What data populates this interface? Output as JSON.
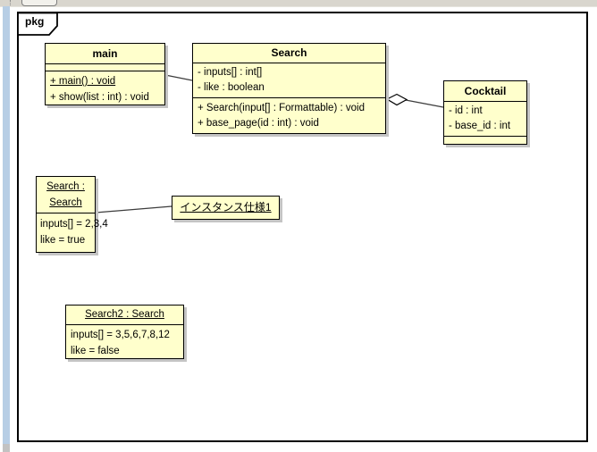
{
  "colors": {
    "node_fill": "#ffffcc",
    "shadow": "#c4c4c4",
    "toolbar_bg": "#d9d6ce",
    "scroll_strip": "#b7cee5",
    "connector": "#3c3c3c"
  },
  "frame": {
    "tab_label": "pkg"
  },
  "class_main": {
    "title": "main",
    "op1": "+ main() : void",
    "op2": "+ show(list : int) : void"
  },
  "class_search": {
    "title": "Search",
    "attr1": "- inputs[] : int[]",
    "attr2": "- like : boolean",
    "op1": "+ Search(input[] : Formattable) : void",
    "op2": "+ base_page(id : int) : void"
  },
  "class_cocktail": {
    "title": "Cocktail",
    "attr1": "- id : int",
    "attr2": "- base_id : int"
  },
  "instance_search": {
    "title_line1": "Search :",
    "title_line2": "Search",
    "slot1": "inputs[] = 2,3,4",
    "slot2": "like = true"
  },
  "instance_spec": {
    "title": "インスタンス仕様1"
  },
  "instance_search2": {
    "title": "Search2 : Search",
    "slot1": "inputs[] = 3,5,6,7,8,12",
    "slot2": "like = false"
  }
}
